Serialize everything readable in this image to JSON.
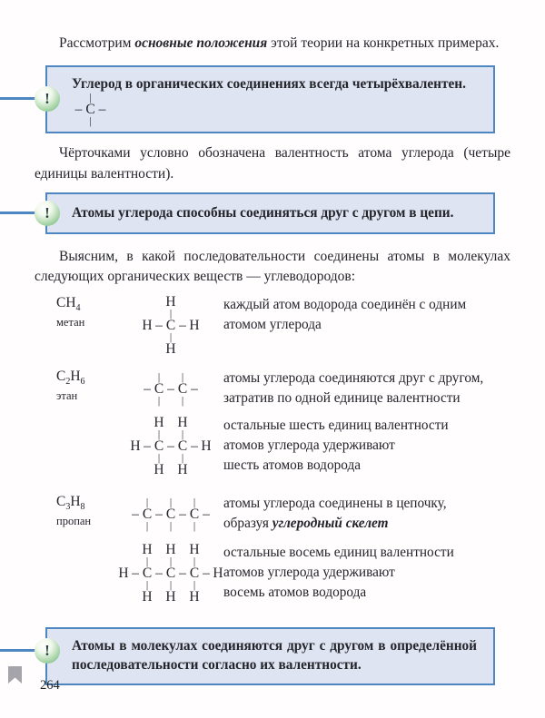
{
  "colors": {
    "box_border": "#4d86c0",
    "box_fill": "#dee4f1",
    "icon_green": "#58ad6b",
    "icon_mark": "#25413d",
    "text": "#24242b",
    "bookmark_gray": "#a4a4aa"
  },
  "page": {
    "number": "264"
  },
  "icons": {
    "exclamation_glyph": "!"
  },
  "paragraphs": {
    "intro": [
      {
        "text": "Рассмотрим "
      },
      {
        "text": "основные положения",
        "style": "bold-italic"
      },
      {
        "text": " этой теории на конкретных примерах."
      }
    ],
    "dashes_note": [
      {
        "text": "Чёрточками условно обозначена валентность атома углерода (четыре единицы валентности)."
      }
    ],
    "lets_find_out": [
      {
        "text": "Выясним, в какой последовательности соединены атомы в молекулах следующих органических веществ — углеводородов:"
      }
    ]
  },
  "callouts": [
    {
      "text": "Углерод в органических соединениях всегда четырёхвалентен.",
      "formula": [
        " | ",
        "–C–",
        " | "
      ]
    },
    {
      "text": "Атомы углерода способны соединяться друг с другом в цепи."
    },
    {
      "text": "Атомы в молекулах соединяются друг с другом в определённой последовательности согласно их валентности."
    }
  ],
  "entries": [
    {
      "formula": [
        {
          "t": "CH"
        },
        {
          "t": "4",
          "sub": true
        }
      ],
      "name": "метан",
      "structure": [
        "  H  ",
        "  |  ",
        "H–C–H",
        "  |  ",
        "  H  "
      ],
      "desc": [
        [
          {
            "text": "каждый атом водорода соединён с одним"
          }
        ],
        [
          {
            "text": "атомом углерода"
          }
        ]
      ]
    },
    {
      "formula": [
        {
          "t": "C"
        },
        {
          "t": "2",
          "sub": true
        },
        {
          "t": "H"
        },
        {
          "t": "6",
          "sub": true
        }
      ],
      "name": "этан",
      "structure": [
        " | | ",
        "–C–C–",
        " | | "
      ],
      "desc": [
        [
          {
            "text": "атомы углерода соединяются друг с другом,"
          }
        ],
        [
          {
            "text": "затратив по одной единице валентности"
          }
        ]
      ]
    },
    {
      "formula": null,
      "name": null,
      "structure": [
        "  H H  ",
        "  | |  ",
        "H–C–C–H",
        "  | |  ",
        "  H H  "
      ],
      "desc": [
        [
          {
            "text": "остальные шесть единиц валентности"
          }
        ],
        [
          {
            "text": "атомов углерода удерживают"
          }
        ],
        [
          {
            "text": "шесть атомов водорода"
          }
        ]
      ]
    },
    {
      "formula": [
        {
          "t": "C"
        },
        {
          "t": "3",
          "sub": true
        },
        {
          "t": "H"
        },
        {
          "t": "8",
          "sub": true
        }
      ],
      "name": "пропан",
      "structure": [
        " | | | ",
        "–C–C–C–",
        " | | | "
      ],
      "desc": [
        [
          {
            "text": "атомы углерода соединены в цепочку,"
          }
        ],
        [
          {
            "text": "образуя "
          },
          {
            "text": "углеродный скелет",
            "style": "bold-italic"
          }
        ]
      ]
    },
    {
      "formula": null,
      "name": null,
      "structure": [
        "  H H H  ",
        "  | | |  ",
        "H–C–C–C–H",
        "  | | |  ",
        "  H H H  "
      ],
      "desc": [
        [
          {
            "text": "остальные восемь единиц валентности"
          }
        ],
        [
          {
            "text": "атомов углерода удерживают"
          }
        ],
        [
          {
            "text": "восемь атомов водорода"
          }
        ]
      ]
    }
  ]
}
